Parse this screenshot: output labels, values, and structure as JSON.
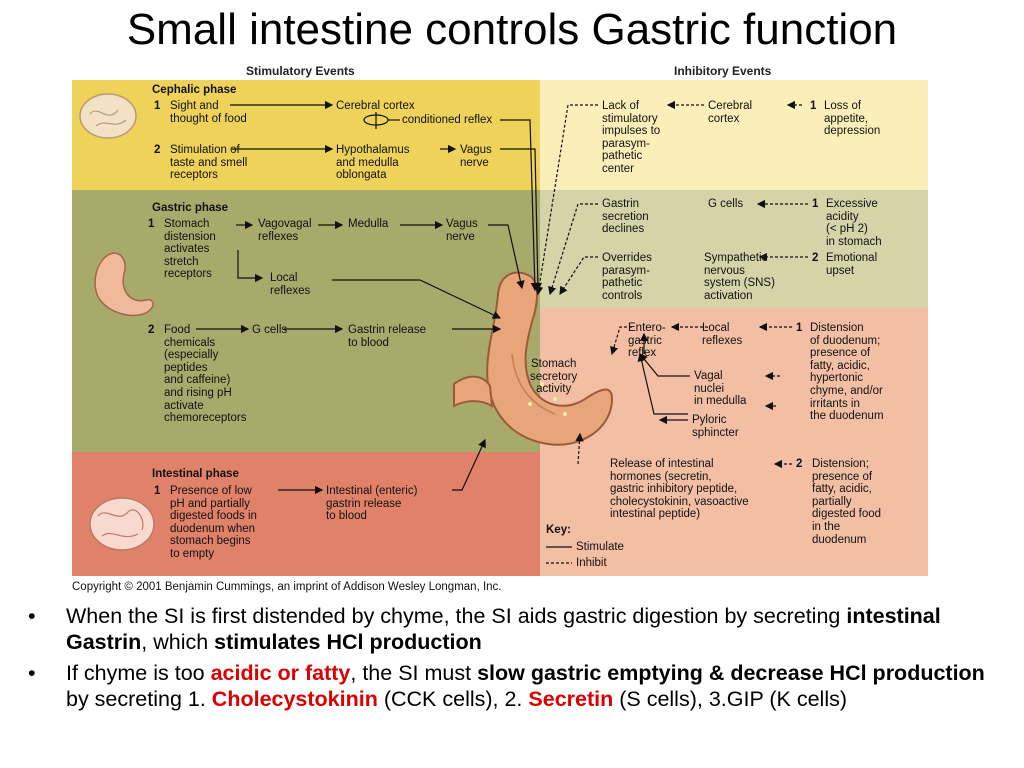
{
  "title": "Small intestine controls Gastric function",
  "diagram": {
    "header_left": "Stimulatory Events",
    "header_right": "Inhibitory Events",
    "cephalic": {
      "phase": "Cephalic phase",
      "num1": "1",
      "item1": "Sight and\nthought of food",
      "cortex": "Cerebral cortex",
      "conditioned": "conditioned reflex",
      "num2": "2",
      "item2": "Stimulation of\ntaste and smell\nreceptors",
      "hypothalamus": "Hypothalamus\nand medulla\noblongata",
      "vagus": "Vagus\nnerve",
      "inh_lack": "Lack of\nstimulatory\nimpulses to\nparasym-\npathetic\ncenter",
      "inh_cortex": "Cerebral\ncortex",
      "inh_num": "1",
      "inh_loss": "Loss of\nappetite,\ndepression"
    },
    "gastric": {
      "phase": "Gastric phase",
      "num1": "1",
      "item1": "Stomach\ndistension\nactivates\nstretch\nreceptors",
      "vagovagal": "Vagovagal\nreflexes",
      "medulla": "Medulla",
      "vagus": "Vagus\nnerve",
      "local": "Local\nreflexes",
      "num2": "2",
      "item2": "Food\nchemicals\n(especially\npeptides\nand caffeine)\nand rising pH\nactivate\nchemoreceptors",
      "gcells": "G cells",
      "gastrin_release": "Gastrin release\nto blood",
      "inh_gastrin": "Gastrin\nsecretion\ndeclines",
      "inh_gcells": "G cells",
      "inh_num1": "1",
      "inh_acidity": "Excessive\nacidity\n(< pH 2)\nin stomach",
      "inh_overrides": "Overrides\nparasym-\npathetic\ncontrols",
      "inh_sns": "Sympathetic\nnervous\nsystem (SNS)\nactivation",
      "inh_num2": "2",
      "inh_emotional": "Emotional\nupset"
    },
    "stomach_label": "Stomach\nsecretory\nactivity",
    "intestinal": {
      "phase": "Intestinal phase",
      "num1": "1",
      "item1": "Presence of low\npH and partially\ndigested foods in\nduodenum when\nstomach begins\nto empty",
      "enteric": "Intestinal (enteric)\ngastrin release\nto blood",
      "inh_entero": "Entero-\ngastric\nreflex",
      "inh_local": "Local\nreflexes",
      "inh_num1": "1",
      "inh_distension1": "Distension\nof duodenum;\npresence of\nfatty, acidic,\nhypertonic\nchyme, and/or\nirritants in\nthe duodenum",
      "inh_vagal": "Vagal\nnuclei\nin medulla",
      "inh_pyloric": "Pyloric\nsphincter",
      "inh_release": "Release of intestinal\nhormones (secretin,\ngastric inhibitory peptide,\ncholecystokinin, vasoactive\nintestinal peptide)",
      "inh_num2": "2",
      "inh_distension2": "Distension;\npresence of\nfatty, acidic,\npartially\ndigested food\nin the\nduodenum"
    },
    "key": {
      "title": "Key:",
      "stimulate": "Stimulate",
      "inhibit": "Inhibit"
    },
    "copyright": "Copyright © 2001 Benjamin Cummings, an imprint of Addison Wesley Longman, Inc."
  },
  "bullets": {
    "b1": {
      "p1": "When the SI is first distended by chyme, the SI aids gastric digestion by secreting ",
      "p2": "intestinal Gastrin",
      "p3": ", which ",
      "p4": "stimulates HCl production"
    },
    "b2": {
      "p1": "If chyme is too ",
      "p2": "acidic or fatty",
      "p3": ", the SI must ",
      "p4": "slow gastric emptying & decrease HCl production",
      "p5": " by secreting  1. ",
      "p6": "Cholecystokinin",
      "p7": " (CCK cells), 2. ",
      "p8": "Secretin",
      "p9": " (S cells),  3.GIP (K cells)"
    },
    "marker": "•"
  },
  "colors": {
    "cephalic_left": "#efd25a",
    "cephalic_right": "#fbefb9",
    "gastric_left": "#a8aa6c",
    "gastric_right": "#d6d3a8",
    "intestinal_left": "#e0826a",
    "intestinal_right": "#f3bfa4",
    "highlight_red": "#dd0000"
  }
}
